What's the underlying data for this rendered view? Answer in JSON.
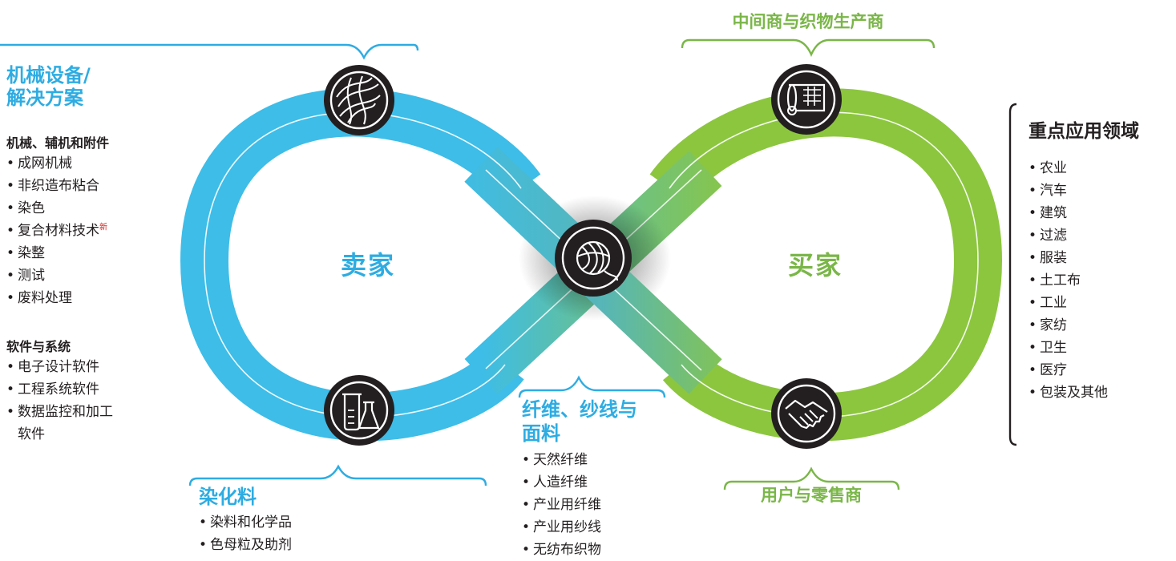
{
  "colors": {
    "blue": "#2eace2",
    "green": "#7ab648",
    "text": "#231f20",
    "new_badge": "#e0201c"
  },
  "diagram": {
    "seller_label": "卖家",
    "buyer_label": "买家",
    "nodes": [
      {
        "id": "top-left",
        "icon": "fiber-web-icon"
      },
      {
        "id": "center",
        "icon": "yarn-ball-icon"
      },
      {
        "id": "bottom-left",
        "icon": "lab-flask-icon"
      },
      {
        "id": "top-right",
        "icon": "fabric-roll-icon"
      },
      {
        "id": "bottom-right",
        "icon": "handshake-icon"
      }
    ]
  },
  "machinery": {
    "title_line1": "机械设备/",
    "title_line2": "解决方案",
    "group1_title": "机械、辅机和附件",
    "group1_items": [
      "成网机械",
      "非织造布粘合",
      "染色",
      "复合材料技术",
      "染整",
      "测试",
      "废料处理"
    ],
    "new_badge": "新",
    "group2_title": "软件与系统",
    "group2_items": [
      "电子设计软件",
      "工程系统软件",
      "数据监控和加工",
      "软件"
    ]
  },
  "dyes": {
    "title": "染化料",
    "items": [
      "染料和化学品",
      "色母粒及助剂"
    ]
  },
  "fibers": {
    "title_line1": "纤维、纱线与",
    "title_line2": "面料",
    "items": [
      "天然纤维",
      "人造纤维",
      "产业用纤维",
      "产业用纱线",
      "无纺布织物"
    ]
  },
  "intermediaries": {
    "title": "中间商与织物生产商"
  },
  "users": {
    "title": "用户与零售商"
  },
  "applications": {
    "title": "重点应用领域",
    "items": [
      "农业",
      "汽车",
      "建筑",
      "过滤",
      "服装",
      "土工布",
      "工业",
      "家纺",
      "卫生",
      "医疗",
      "包装及其他"
    ]
  }
}
